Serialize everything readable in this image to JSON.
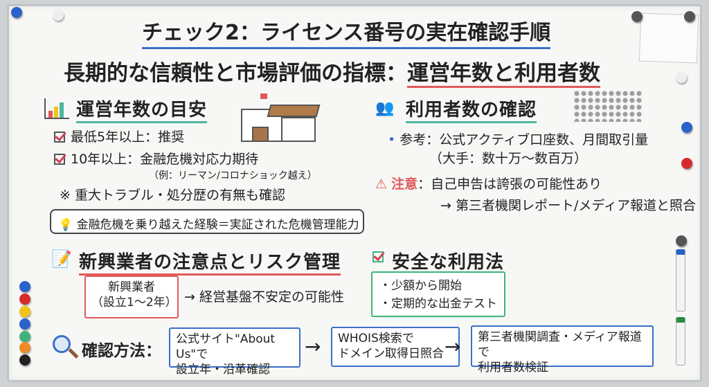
{
  "title": "チェック2：ライセンス番号の実在確認手順",
  "subtitle": {
    "main": "長期的な信頼性と市場評価の指標：",
    "highlight": "運営年数と利用者数"
  },
  "years": {
    "heading": "運営年数の目安",
    "items": [
      "最低5年以上：推奨",
      "10年以上：金融危機対応力期待"
    ],
    "example": "（例：リーマン/コロナショック越え）",
    "note": "※ 重大トラブル・処分歴の有無も確認",
    "callout": "金融危機を乗り越えた経験＝実証された危機管理能力"
  },
  "users": {
    "heading": "利用者数の確認",
    "ref": "参考：公式アクティブ口座数、月間取引量",
    "ref_sub": "（大手：数十万〜数百万）",
    "warn_label": "注意",
    "warn": "：自己申告は誇張の可能性あり",
    "warn_sub": "→ 第三者機関レポート/メディア報道と照合"
  },
  "risk": {
    "heading": "新興業者の注意点とリスク管理",
    "box_line1": "新興業者",
    "box_line2": "（設立1〜2年）",
    "result": "→ 経営基盤不安定の可能性"
  },
  "safe": {
    "heading": "安全な利用法",
    "items": [
      "・少額から開始",
      "・定期的な出金テスト"
    ]
  },
  "methods": {
    "label": "確認方法：",
    "steps": [
      {
        "l1": "公式サイト\"About Us\"で",
        "l2": "設立年・沿革確認"
      },
      {
        "l1": "WHOIS検索で",
        "l2": "ドメイン取得日照合"
      },
      {
        "l1": "第三者機関調査・メディア報道で",
        "l2": "利用者数検証"
      }
    ],
    "arrow": "→"
  },
  "colors": {
    "blue": "#3a6fc8",
    "red": "#e05a5a",
    "teal": "#4db6a0",
    "green": "#3fb37a"
  }
}
